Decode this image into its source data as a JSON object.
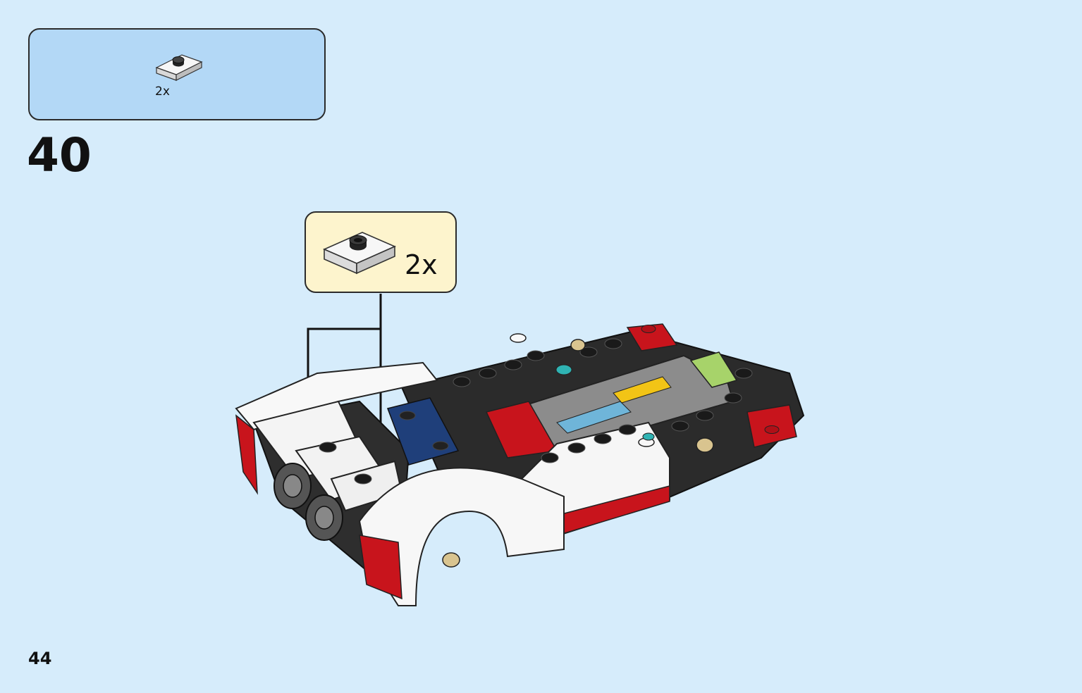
{
  "parts_list": {
    "quantity_label": "2x",
    "piece_icon": "white-1x2-jumper-plate-icon"
  },
  "step": {
    "number": "40"
  },
  "callout": {
    "quantity_label": "2x",
    "piece_icon": "white-1x2-jumper-plate-icon"
  },
  "model_icon": "white-race-car-model-icon",
  "page": {
    "number": "44"
  },
  "colors": {
    "background": "#d6ecfb",
    "parts_box": "#b3d8f6",
    "callout_box": "#fdf4cd"
  }
}
